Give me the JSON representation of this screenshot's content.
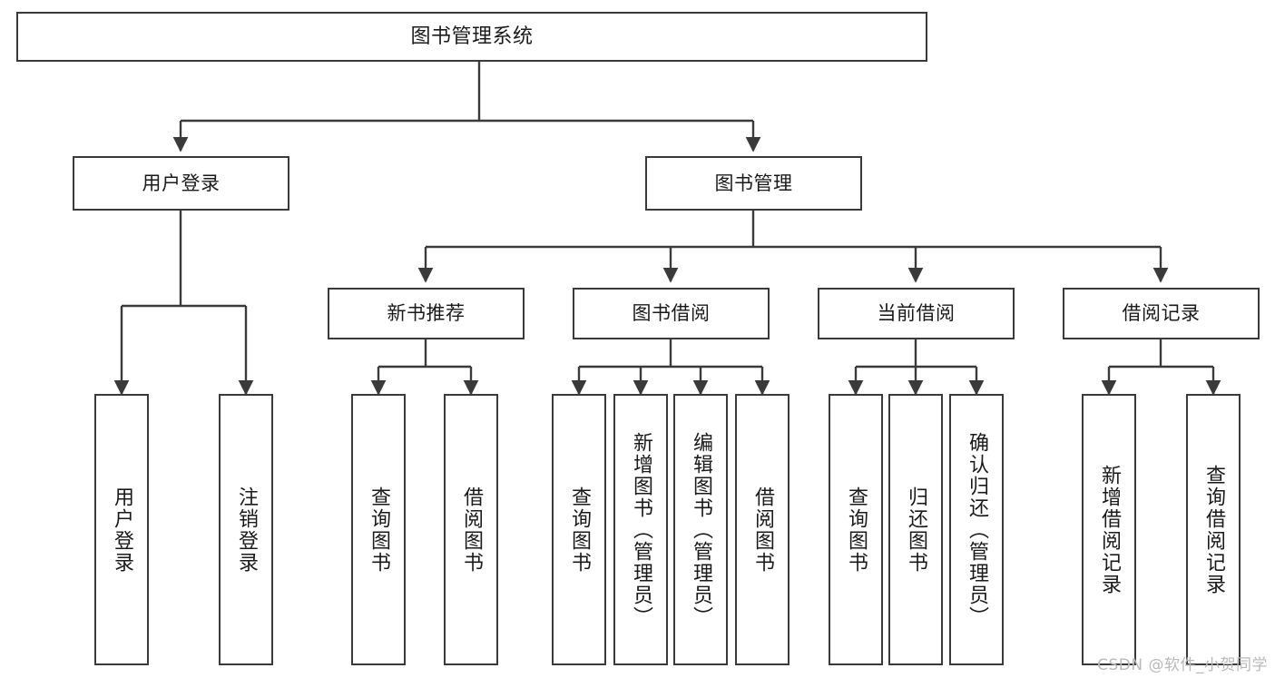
{
  "diagram": {
    "title": "图书管理系统",
    "root": {
      "id": "root",
      "label": "图书管理系统"
    },
    "level2": [
      {
        "id": "user-login",
        "label": "用户登录"
      },
      {
        "id": "book-manage",
        "label": "图书管理"
      }
    ],
    "level3": [
      {
        "id": "new-book-rec",
        "label": "新书推荐"
      },
      {
        "id": "book-borrow",
        "label": "图书借阅"
      },
      {
        "id": "current-borrow",
        "label": "当前借阅"
      },
      {
        "id": "borrow-record",
        "label": "借阅记录"
      }
    ],
    "leaves": {
      "user_login": [
        {
          "id": "leaf-user-login",
          "label": "用户登录"
        },
        {
          "id": "leaf-logout",
          "label": "注销登录"
        }
      ],
      "new_book_rec": [
        {
          "id": "leaf-query-book-1",
          "label": "查询图书"
        },
        {
          "id": "leaf-borrow-book-1",
          "label": "借阅图书"
        }
      ],
      "book_borrow": [
        {
          "id": "leaf-query-book-2",
          "label": "查询图书"
        },
        {
          "id": "leaf-add-book",
          "label": "新增图书（管理员）"
        },
        {
          "id": "leaf-edit-book",
          "label": "编辑图书（管理员）"
        },
        {
          "id": "leaf-borrow-book-2",
          "label": "借阅图书"
        }
      ],
      "current_borrow": [
        {
          "id": "leaf-query-book-3",
          "label": "查询图书"
        },
        {
          "id": "leaf-return-book",
          "label": "归还图书"
        },
        {
          "id": "leaf-confirm-return",
          "label": "确认归还（管理员）"
        }
      ],
      "borrow_record": [
        {
          "id": "leaf-add-record",
          "label": "新增借阅记录"
        },
        {
          "id": "leaf-query-record",
          "label": "查询借阅记录"
        }
      ]
    }
  },
  "watermark": {
    "text": "CSDN @软件_小贺同学"
  },
  "colors": {
    "stroke": "#3a3a3a",
    "fill": "#ffffff",
    "text": "#1a1a1a",
    "watermark": "#b9b9b9"
  }
}
